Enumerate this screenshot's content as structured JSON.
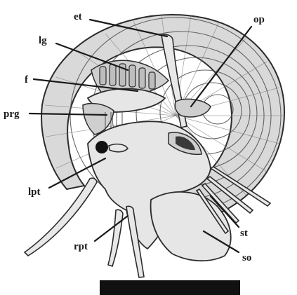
{
  "figure": {
    "labels": {
      "et": "et",
      "op": "op",
      "lg": "lg",
      "f": "f",
      "prg": "prg",
      "lpt": "lpt",
      "rpt": "rpt",
      "st": "st",
      "so": "so"
    },
    "scale_bar": {
      "text": ""
    }
  }
}
